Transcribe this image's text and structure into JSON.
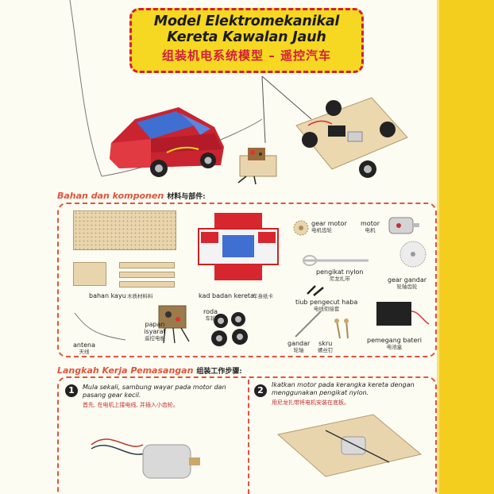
{
  "title": {
    "line1": "Model Elektromekanikal",
    "line2": "Kereta Kawalan Jauh",
    "chinese": "组装机电系统模型 – 遥控汽车"
  },
  "components_section": {
    "heading": "Bahan dan komponen",
    "heading_cn": "材料与部件:",
    "items": {
      "gear_motor": {
        "label": "gear motor",
        "cn": "电机齿轮"
      },
      "motor": {
        "label": "motor",
        "cn": "电机"
      },
      "pengikat_nylon": {
        "label": "pengikat nylon",
        "cn": "尼龙扎带"
      },
      "gear_gandar": {
        "label": "gear gandar",
        "cn": "轮轴齿轮"
      },
      "bahan_kayu": {
        "label": "bahan kayu",
        "cn": "木质材料料"
      },
      "kad_badan": {
        "label": "kad badan kereta",
        "cn": "车身纸卡"
      },
      "tiub": {
        "label": "tiub pengecut haba",
        "cn": "电线衔接套"
      },
      "roda": {
        "label": "roda",
        "cn": "车轮"
      },
      "papan_isyarat": {
        "label": "papan isyarat",
        "cn": "遥控电板"
      },
      "antena": {
        "label": "antena",
        "cn": "天线"
      },
      "gandar": {
        "label": "gandar",
        "cn": "轮轴"
      },
      "skru": {
        "label": "skru",
        "cn": "螺丝钉"
      },
      "pemegang_bateri": {
        "label": "pemegang bateri",
        "cn": "电池盒"
      }
    }
  },
  "steps_section": {
    "heading": "Langkah Kerja Pemasangan",
    "heading_cn": "组装工作步骤:",
    "steps": [
      {
        "num": "1",
        "text": "Mula sekali, sambung wayar pada motor dan pasang gear kecil.",
        "cn": "首先, 在电机上接电线, 并插入小齿轮。"
      },
      {
        "num": "2",
        "text": "Ikatkan motor pada kerangka kereta dengan menggunakan pengikat nylon.",
        "cn": "用尼龙扎带将电机安装在底板。"
      }
    ]
  },
  "colors": {
    "accent_red": "#d11f3c",
    "accent_orange": "#e2533a",
    "sidebar_yellow": "#f4ce1f",
    "banner_yellow": "#f6d721"
  }
}
